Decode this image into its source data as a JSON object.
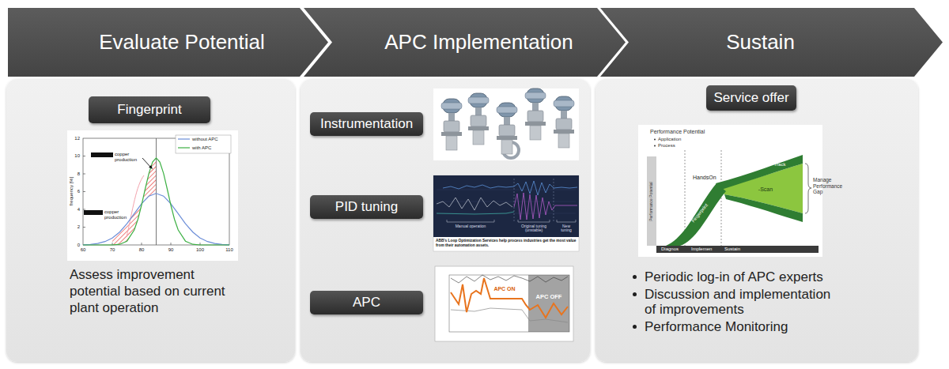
{
  "diagram": {
    "nodes": [
      {
        "text": [
          "Evaluate Potential"
        ]
      },
      {
        "text": [
          "APC Implementation"
        ]
      },
      {
        "text": [
          "Sustain"
        ]
      },
      {
        "text": [
          "Assess improvement potential based on current plant operation"
        ]
      },
      {
        "text": [
          "Fingerprint"
        ],
        "in": 3
      },
      {
        "text": []
      },
      {
        "text": [
          "Instrumentation"
        ],
        "in": 5
      },
      {
        "text": [
          "PID tuning"
        ],
        "in": 5
      },
      {
        "text": [
          "APC"
        ],
        "in": 5
      },
      {
        "text": [
          "Periodic log-in of APC experts",
          "Discussion and implementation of improvements",
          "Performance Monitoring"
        ]
      },
      {
        "text": [
          "Service offer"
        ],
        "in": 9
      }
    ],
    "labels": [
      "without APC",
      "with APC",
      "copper production",
      "copper production",
      "60",
      "70",
      "80",
      "90",
      "100",
      "110",
      "0",
      "2",
      "4",
      "6",
      "8",
      "10",
      "12",
      "frequency [%]",
      "Manual operation",
      "Original tuning (unstable)",
      "New tuning",
      "ABB's Loop Optimization Services help process industries get the most value from their automation assets.",
      "APC ON",
      "APC OFF",
      "Performance Potential",
      "Application",
      "Process",
      "Performance Potential",
      "Fingerprint",
      "HandsOn",
      "Track",
      "-Scan",
      "Manage Performance Gap",
      "Diagnos",
      "Implemen",
      "Sustain"
    ]
  }
}
